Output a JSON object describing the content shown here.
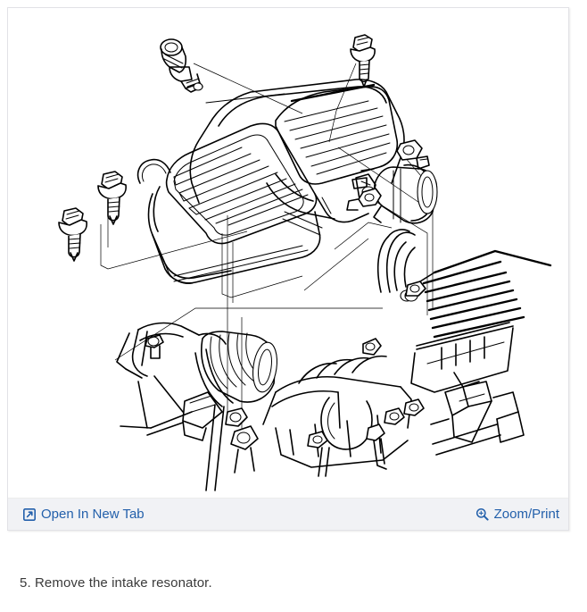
{
  "viewer": {
    "toolbar": {
      "open_new_tab_label": "Open In New Tab",
      "open_new_tab_icon": "open-in-new-tab-icon",
      "zoom_print_label": "Zoom/Print",
      "zoom_print_icon": "magnifier-plus-icon"
    },
    "image": {
      "alt": "Line-art diagram of intake resonator assembly with mounting bolts",
      "kind": "technical-line-drawing"
    }
  },
  "content": {
    "step_text": "5. Remove the intake resonator."
  },
  "colors": {
    "link": "#2360ab",
    "toolbar_bg": "#f1f2f5",
    "card_border": "#e2e2e6",
    "caption_text": "#3a3a3a",
    "page_bg": "#ffffff",
    "line_art": "#000000"
  }
}
